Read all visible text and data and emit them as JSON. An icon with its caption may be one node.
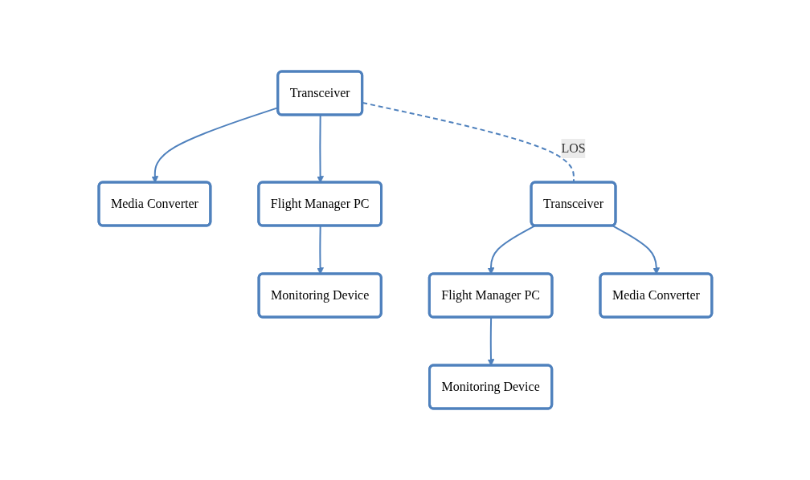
{
  "diagram": {
    "nodes": [
      {
        "text": [
          "Transceiver"
        ]
      },
      {
        "text": [
          "Media Converter"
        ]
      },
      {
        "text": [
          "Flight Manager PC"
        ]
      },
      {
        "text": [
          "Monitoring Device"
        ]
      },
      {
        "text": [
          "Transceiver"
        ]
      },
      {
        "text": [
          "Flight Manager PC"
        ]
      },
      {
        "text": [
          "Media Converter"
        ]
      },
      {
        "text": [
          "Monitoring Device"
        ]
      }
    ],
    "edges": [
      {
        "from": 0,
        "to": 4,
        "arrow": "none",
        "style": "dashed",
        "label": "LOS"
      },
      {
        "from": 0,
        "to": 1,
        "arrow": "to"
      },
      {
        "from": 0,
        "to": 2,
        "arrow": "to"
      },
      {
        "from": 2,
        "to": 3,
        "arrow": "to"
      },
      {
        "from": 4,
        "to": 5,
        "arrow": "to"
      },
      {
        "from": 4,
        "to": 6,
        "arrow": "to"
      },
      {
        "from": 5,
        "to": 7,
        "arrow": "to"
      }
    ]
  }
}
